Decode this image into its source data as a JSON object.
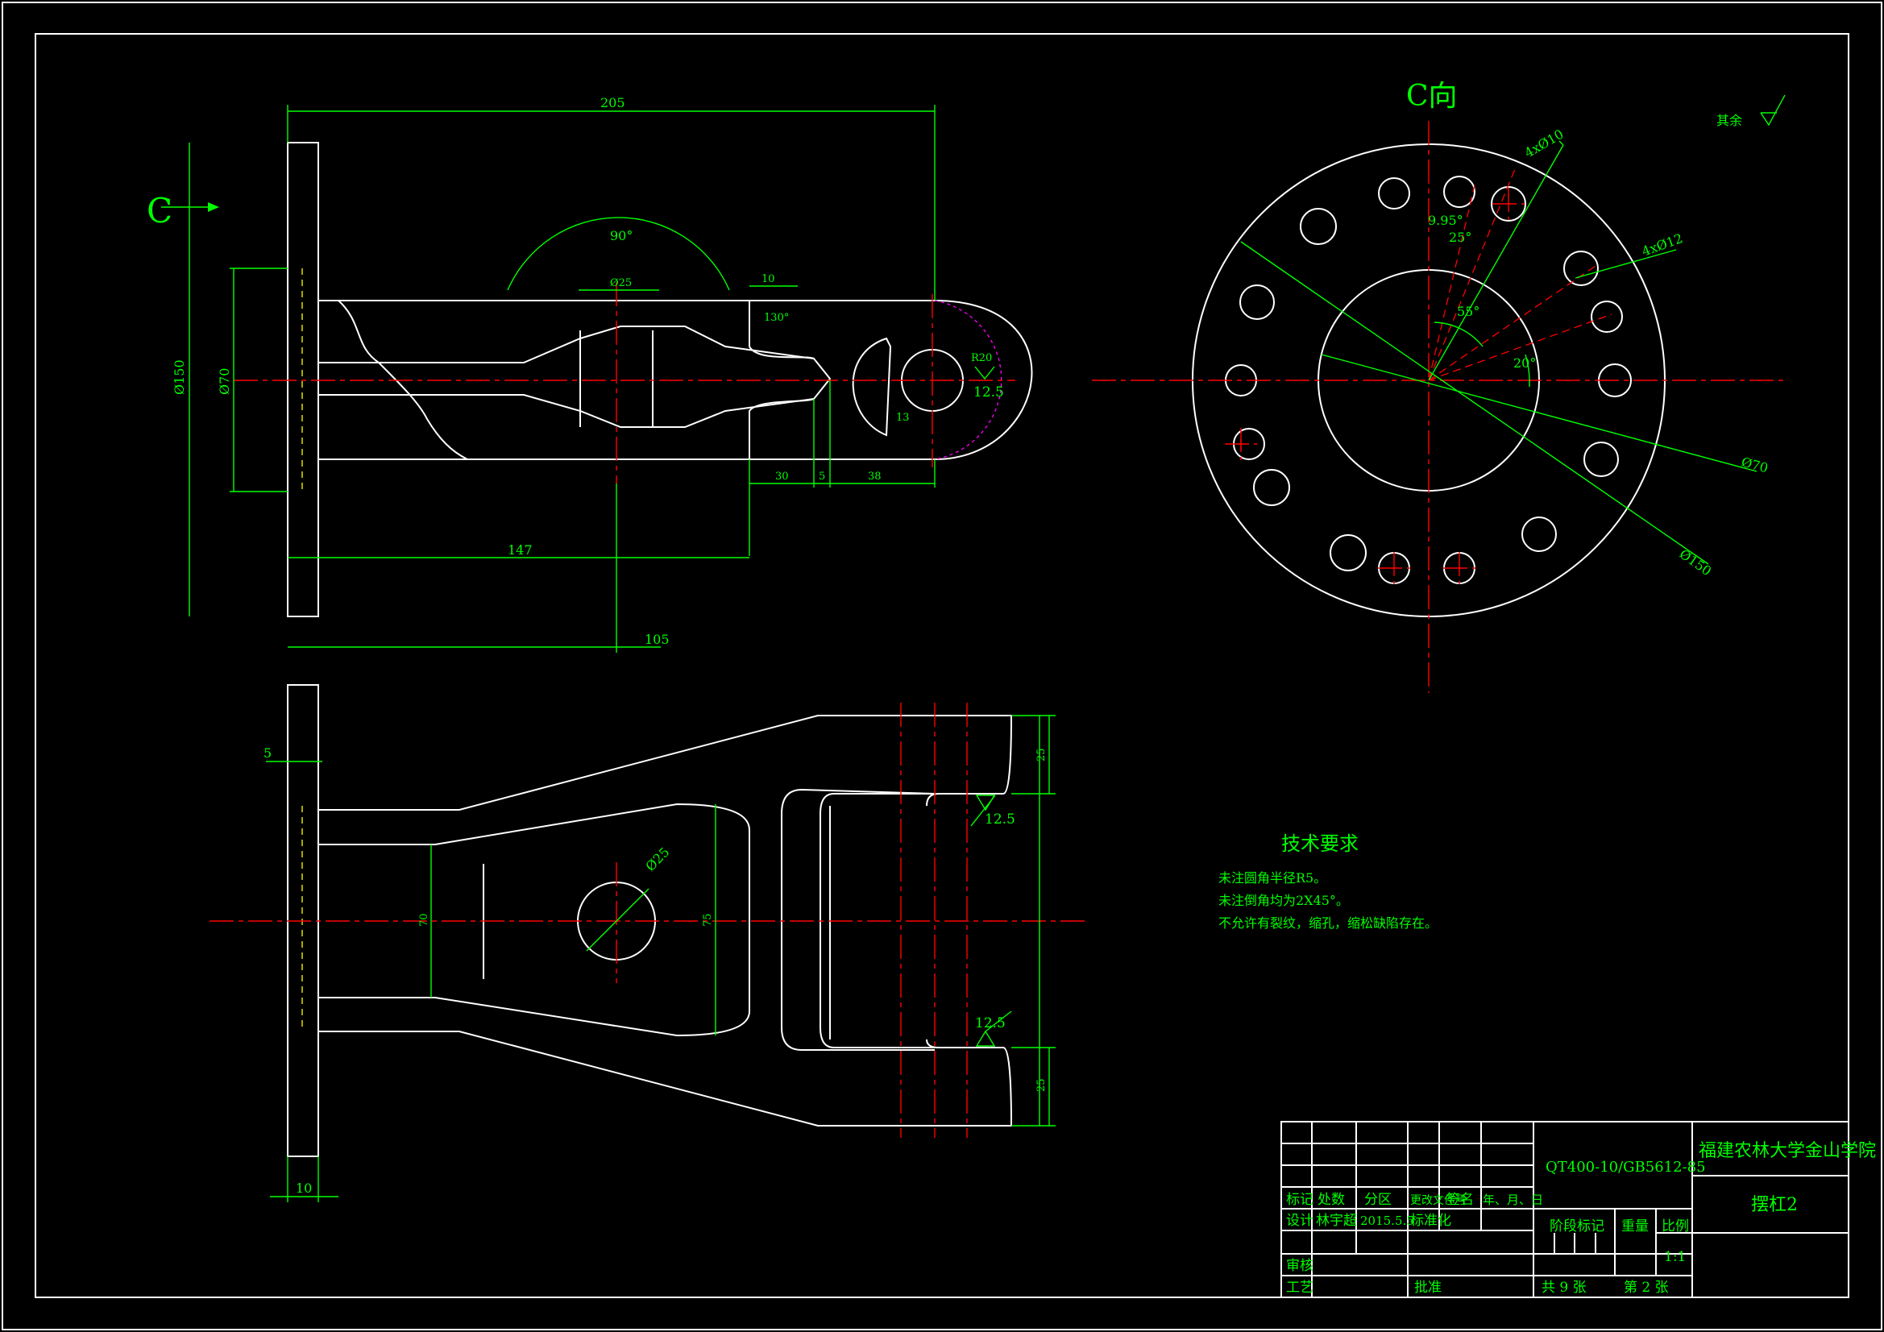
{
  "views": {
    "view_marker_left": "C",
    "view_marker_right": "C向",
    "surface_note": "其余"
  },
  "front_view_dims": {
    "d205": "205",
    "d150": "Ø150",
    "d70": "Ø70",
    "d90": "90°",
    "d10": "10",
    "d30": "30",
    "d5": "5",
    "d38": "38",
    "d147": "147",
    "d105": "105",
    "d25": "Ø25",
    "r20": "R20",
    "d13": "13",
    "rough": "12.5",
    "d130": "130°"
  },
  "right_view_dims": {
    "holes_a": "4xØ10",
    "holes_b": "4xØ12",
    "a995": "9.95°",
    "a25": "25°",
    "a55": "55°",
    "a20": "20°",
    "d70": "Ø70",
    "d150": "Ø150"
  },
  "bottom_view_dims": {
    "d5": "5",
    "d10": "10",
    "d25": "Ø25",
    "d70": "70",
    "d75": "75",
    "d25a": "25",
    "d25b": "25",
    "rough_a": "12.5",
    "rough_b": "12.5"
  },
  "tech": {
    "title": "技术要求",
    "lines": [
      "未注圆角半径R5。",
      "未注倒角均为2X45°。",
      "不允许有裂纹，缩孔，缩松缺陷存在。"
    ]
  },
  "title_block": {
    "material": "QT400-10/GB5612-85",
    "school": "福建农林大学金山学院",
    "part": "摆杠2",
    "labels": {
      "mark": "标记",
      "count": "处数",
      "zone": "分区",
      "docno": "更改文件号",
      "sign": "签名",
      "date": "年、月、日",
      "design": "设计",
      "designer": "林宇超",
      "design_date": "2015.5.5",
      "std": "标准化",
      "stage": "阶段标记",
      "weight": "重量",
      "scale": "比例",
      "scale_val": "1:1",
      "review": "审核",
      "process": "工艺",
      "approve": "批准",
      "sheets": "共  9  张",
      "sheet_no": "第  2  张"
    }
  },
  "colors": {
    "background": "#000000",
    "outline": "#ffffff",
    "dimension": "#00ff00",
    "centerline": "#ff0000"
  }
}
